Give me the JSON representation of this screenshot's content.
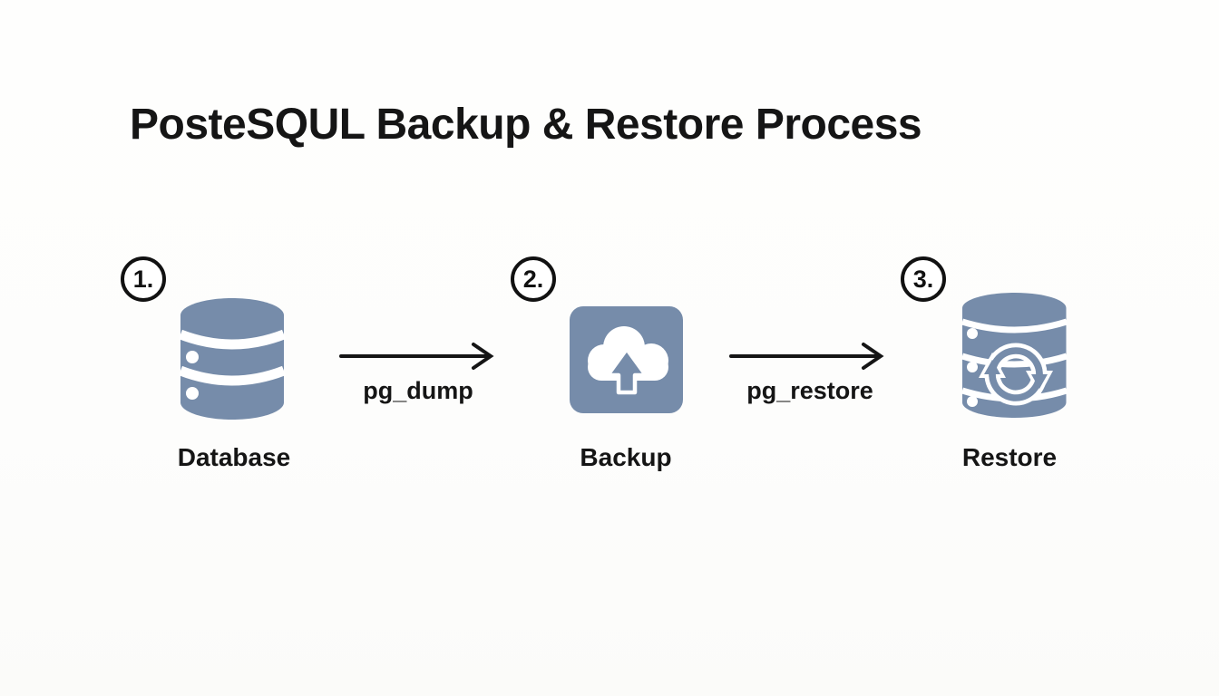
{
  "title": "PosteSQUL Backup & Restore Process",
  "steps": [
    {
      "number": "1.",
      "label": "Database",
      "icon": "database-cylinder-icon"
    },
    {
      "number": "2.",
      "label": "Backup",
      "icon": "cloud-upload-icon"
    },
    {
      "number": "3.",
      "label": "Restore",
      "icon": "database-sync-icon"
    }
  ],
  "arrows": [
    {
      "label": "pg_dump",
      "from": "Database",
      "to": "Backup"
    },
    {
      "label": "pg_restore",
      "from": "Backup",
      "to": "Restore"
    }
  ],
  "colors": {
    "icon_blue": "#768caa",
    "text_black": "#151515",
    "background": "#fdfdfc"
  }
}
